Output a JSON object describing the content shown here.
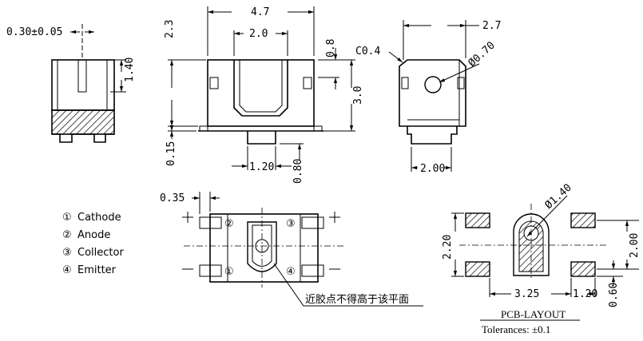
{
  "dimensions": {
    "lead_width": "0.30±0.05",
    "lead_length": "1.40",
    "width": "4.7",
    "inner_width": "2.0",
    "height": "2.3",
    "top_offset": "0.8",
    "body_height": "3.0",
    "lead_thickness": "0.15",
    "lens_width": "1.20",
    "lens_height": "0.80",
    "side_depth": "2.7",
    "chamfer": "C0.4",
    "hole_diameter": "Ø0.70",
    "side_width": "2.00",
    "pad_offset": "0.35"
  },
  "pin_numbers": [
    "①",
    "②",
    "③",
    "④"
  ],
  "legend": [
    {
      "num": "①",
      "label": "Cathode"
    },
    {
      "num": "②",
      "label": "Anode"
    },
    {
      "num": "③",
      "label": "Collector"
    },
    {
      "num": "④",
      "label": "Emitter"
    }
  ],
  "note": "近胶点不得高于该平面",
  "pcb": {
    "diameter": "Ø1.40",
    "height": "2.20",
    "pitch": "3.25",
    "pad_width": "1.20",
    "pad_height": "0.60",
    "row_spacing": "2.00",
    "title": "PCB-LAYOUT",
    "tolerance": "Tolerances: ±0.1"
  }
}
